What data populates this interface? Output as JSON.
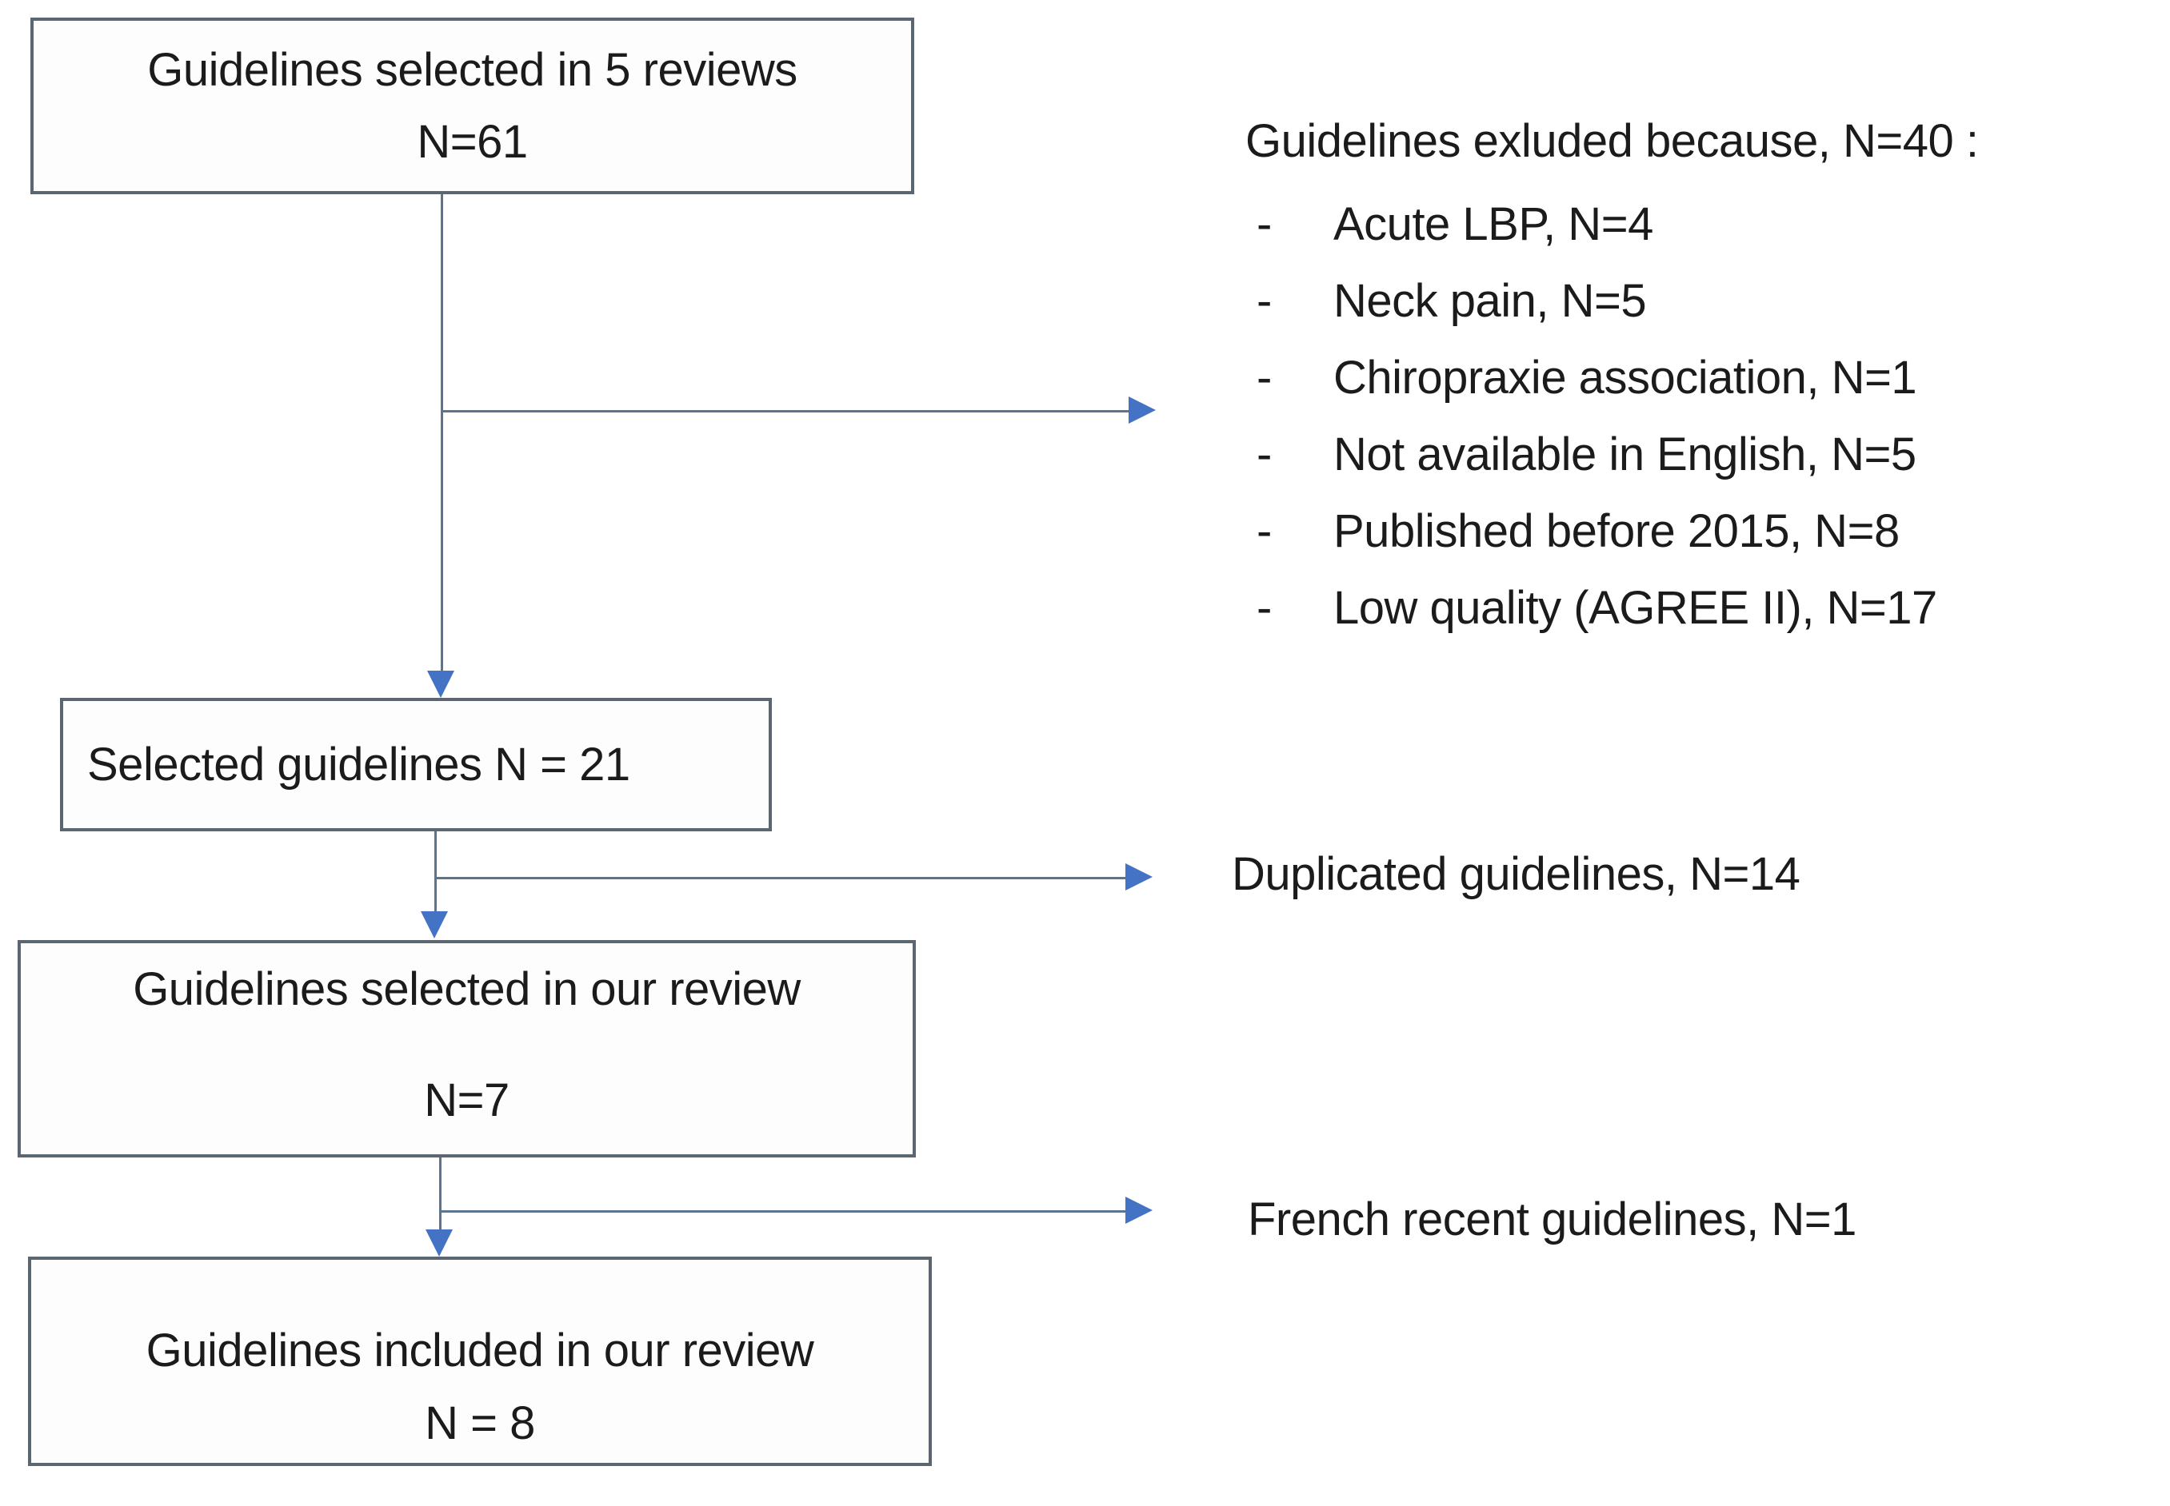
{
  "diagram": {
    "boxes": [
      {
        "id": "box-guidelines-5-reviews",
        "lines": [
          "Guidelines selected in 5 reviews",
          "N=61"
        ]
      },
      {
        "id": "box-selected-guidelines",
        "lines": [
          "Selected guidelines N = 21"
        ]
      },
      {
        "id": "box-selected-our-review",
        "lines": [
          "Guidelines selected in our review",
          "N=7"
        ]
      },
      {
        "id": "box-included-our-review",
        "lines": [
          "Guidelines included in our review",
          "N = 8"
        ]
      }
    ],
    "side_notes": {
      "excluded": {
        "title": "Guidelines exluded because, N=40 :",
        "bullet": "-",
        "items": [
          "Acute LBP, N=4",
          "Neck pain, N=5",
          "Chiropraxie association, N=1",
          "Not available in English, N=5",
          "Published before 2015, N=8",
          "Low quality (AGREE II), N=17"
        ]
      },
      "duplicated": "Duplicated guidelines, N=14",
      "french": "French recent guidelines, N=1"
    },
    "colors": {
      "box_border": "#5b6670",
      "connector": "#5d7490",
      "arrowhead": "#4472c4",
      "text": "#1b1b1b",
      "background": "#ffffff"
    }
  }
}
